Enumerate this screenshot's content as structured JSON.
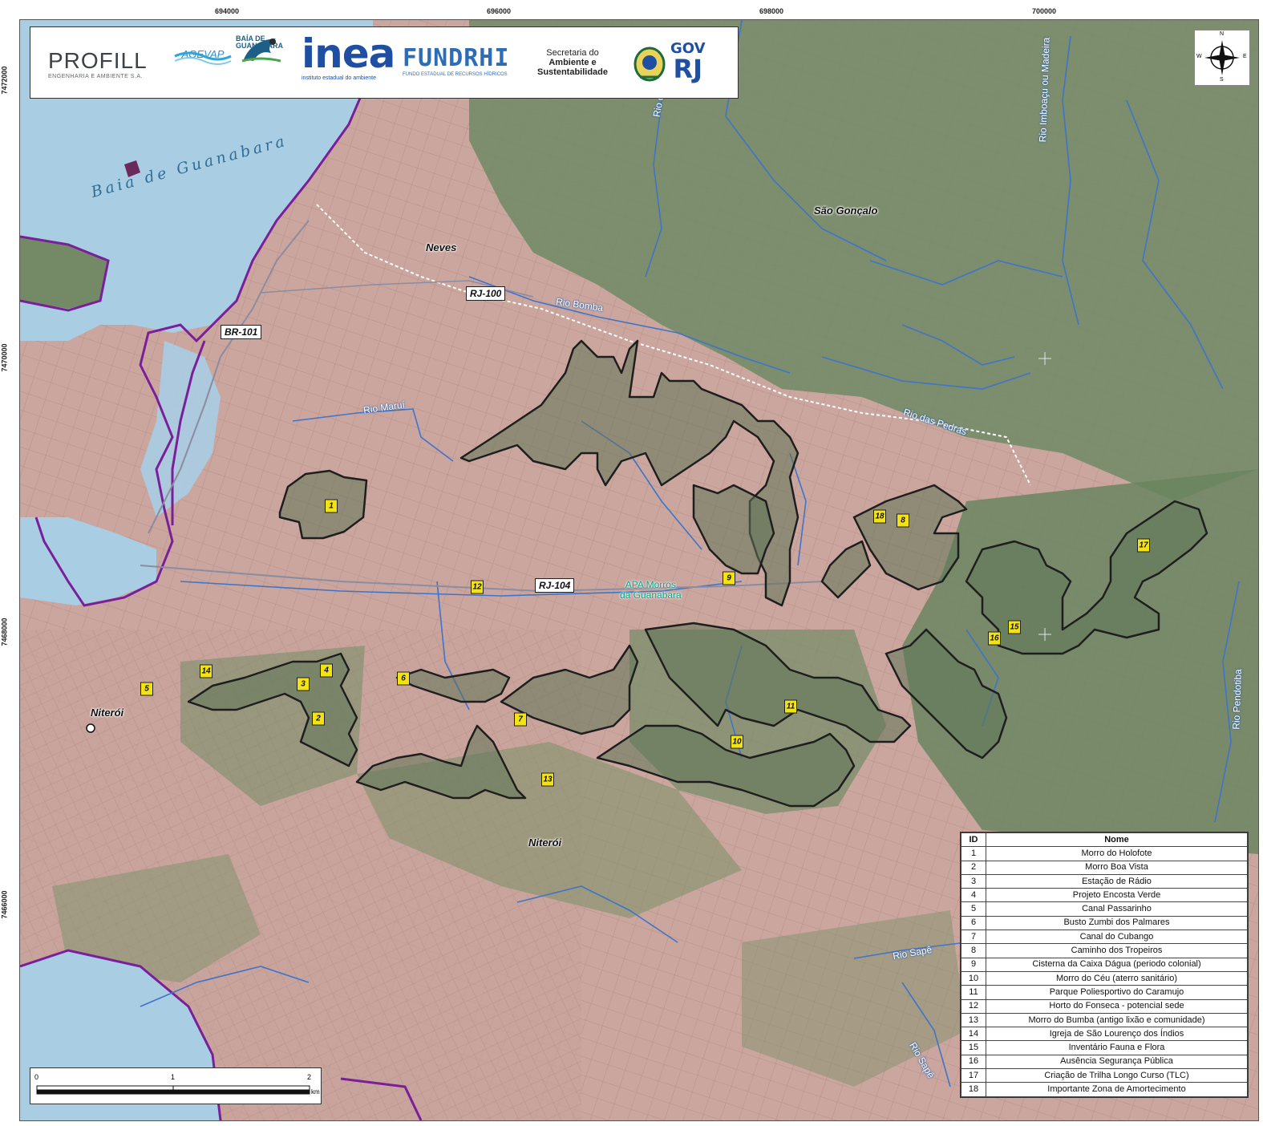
{
  "grid": {
    "eastings": [
      "694000",
      "696000",
      "698000",
      "700000"
    ],
    "northings": [
      "7472000",
      "7470000",
      "7468000",
      "7466000"
    ]
  },
  "logos": {
    "profill_name": "PROFILL",
    "profill_tag": "ENGENHARIA E AMBIENTE S.A.",
    "agevap": "AGEVAP",
    "baia_line1": "BAÍA DE",
    "baia_line2": "GUANABARA",
    "inea": "inea",
    "inea_tag": "instituto estadual do ambiente",
    "fundrhi": "FUNDRHI",
    "fundrhi_tag": "FUNDO ESTADUAL DE RECURSOS HÍDRICOS",
    "secretaria_line1": "Secretaria do",
    "secretaria_line2": "Ambiente e",
    "secretaria_line3": "Sustentabilidade",
    "gov": "GOV",
    "rj": "RJ"
  },
  "north": {
    "n": "N",
    "s": "S",
    "e": "E",
    "w": "W"
  },
  "labels": {
    "baia": "Baia de Guanabara",
    "neves": "Neves",
    "sao_goncalo": "São Gonçalo",
    "niteroi_city": "Niterói",
    "niteroi_district": "Niterói",
    "rio_bomba": "Rio Bomba",
    "rio_marui": "Rio Maruí",
    "rio_das_pedras": "Rio das Pedras",
    "rio_imboacu": "Rio Imboaçu ou Madeira",
    "rio_pendotiba": "Rio Pendotiba",
    "rio_sape": "Rio Sapê",
    "rio_sape_2": "Rio Sapê",
    "rio_d": "Rio d",
    "apa_line1": "APA Morros",
    "apa_line2": "da Guanabara"
  },
  "roads": {
    "rj100": "RJ-100",
    "br101": "BR-101",
    "rj104": "RJ-104"
  },
  "markers": [
    "1",
    "2",
    "3",
    "4",
    "5",
    "6",
    "7",
    "8",
    "9",
    "10",
    "11",
    "12",
    "13",
    "14",
    "15",
    "16",
    "17",
    "18"
  ],
  "legend": {
    "header_id": "ID",
    "header_name": "Nome",
    "rows": [
      {
        "id": "1",
        "name": "Morro do Holofote"
      },
      {
        "id": "2",
        "name": "Morro Boa Vista"
      },
      {
        "id": "3",
        "name": "Estação de Rádio"
      },
      {
        "id": "4",
        "name": "Projeto Encosta Verde"
      },
      {
        "id": "5",
        "name": "Canal Passarinho"
      },
      {
        "id": "6",
        "name": "Busto Zumbi dos Palmares"
      },
      {
        "id": "7",
        "name": "Canal do Cubango"
      },
      {
        "id": "8",
        "name": "Caminho dos Tropeiros"
      },
      {
        "id": "9",
        "name": "Cisterna da Caixa Dágua (periodo colonial)"
      },
      {
        "id": "10",
        "name": "Morro do Céu (aterro sanitário)"
      },
      {
        "id": "11",
        "name": "Parque Poliesportivo do Caramujo"
      },
      {
        "id": "12",
        "name": "Horto do Fonseca - potencial sede"
      },
      {
        "id": "13",
        "name": "Morro do Bumba (antigo lixão e comunidade)"
      },
      {
        "id": "14",
        "name": "Igreja de São Lourenço dos Índios"
      },
      {
        "id": "15",
        "name": "Inventário Fauna e Flora"
      },
      {
        "id": "16",
        "name": "Ausência Segurança Pública"
      },
      {
        "id": "17",
        "name": "Criação de Trilha Longo Curso (TLC)"
      },
      {
        "id": "18",
        "name": "Importante Zona de Amortecimento"
      }
    ]
  },
  "scale": {
    "t0": "0",
    "t1": "1",
    "t2": "2",
    "unit": "km"
  },
  "colors": {
    "urban": "#c9a8a0",
    "water": "#a9cde3",
    "vegetation": "#6f8a64",
    "polygon_outline": "#1e1e1e",
    "river": "#3f74c9",
    "municipal_boundary": "#7a1f9a",
    "marker": "#f3e312",
    "apa_text": "#0aa28a"
  }
}
